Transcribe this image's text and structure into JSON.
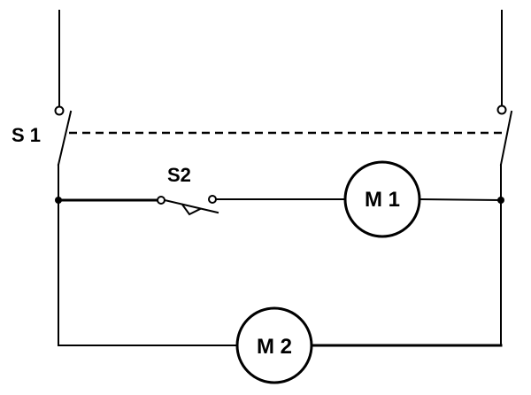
{
  "components": {
    "switch_s1": {
      "label": "S 1"
    },
    "switch_s2": {
      "label": "S2"
    },
    "motor_m1": {
      "label": "M 1"
    },
    "motor_m2": {
      "label": "M 2"
    }
  }
}
